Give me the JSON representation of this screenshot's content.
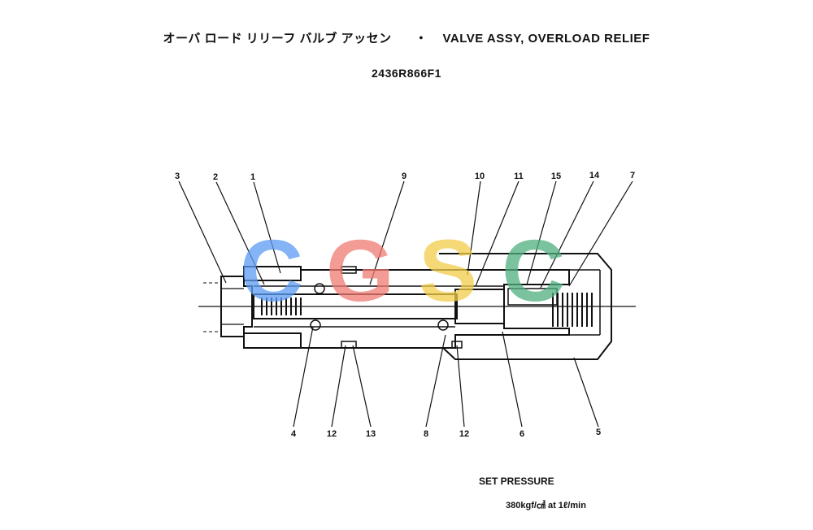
{
  "header": {
    "title_jp": "オーバ ロード リリーフ バルブ アッセン",
    "separator": "・",
    "title_en": "VALVE ASSY, OVERLOAD RELIEF",
    "part_number": "2436R866F1"
  },
  "callouts_top": [
    "3",
    "2",
    "1",
    "9",
    "10",
    "11",
    "15",
    "14",
    "7"
  ],
  "callouts_bottom": [
    "4",
    "12",
    "13",
    "8",
    "12",
    "6",
    "5"
  ],
  "spec": {
    "label": "SET PRESSURE",
    "value": "380kgf/㎠  at  1ℓ/min"
  },
  "watermark": {
    "letters": [
      "C",
      "G",
      "S",
      "C"
    ],
    "colors": [
      "#5b9cf2",
      "#f07a72",
      "#f3cd4a",
      "#4fb07e"
    ]
  }
}
